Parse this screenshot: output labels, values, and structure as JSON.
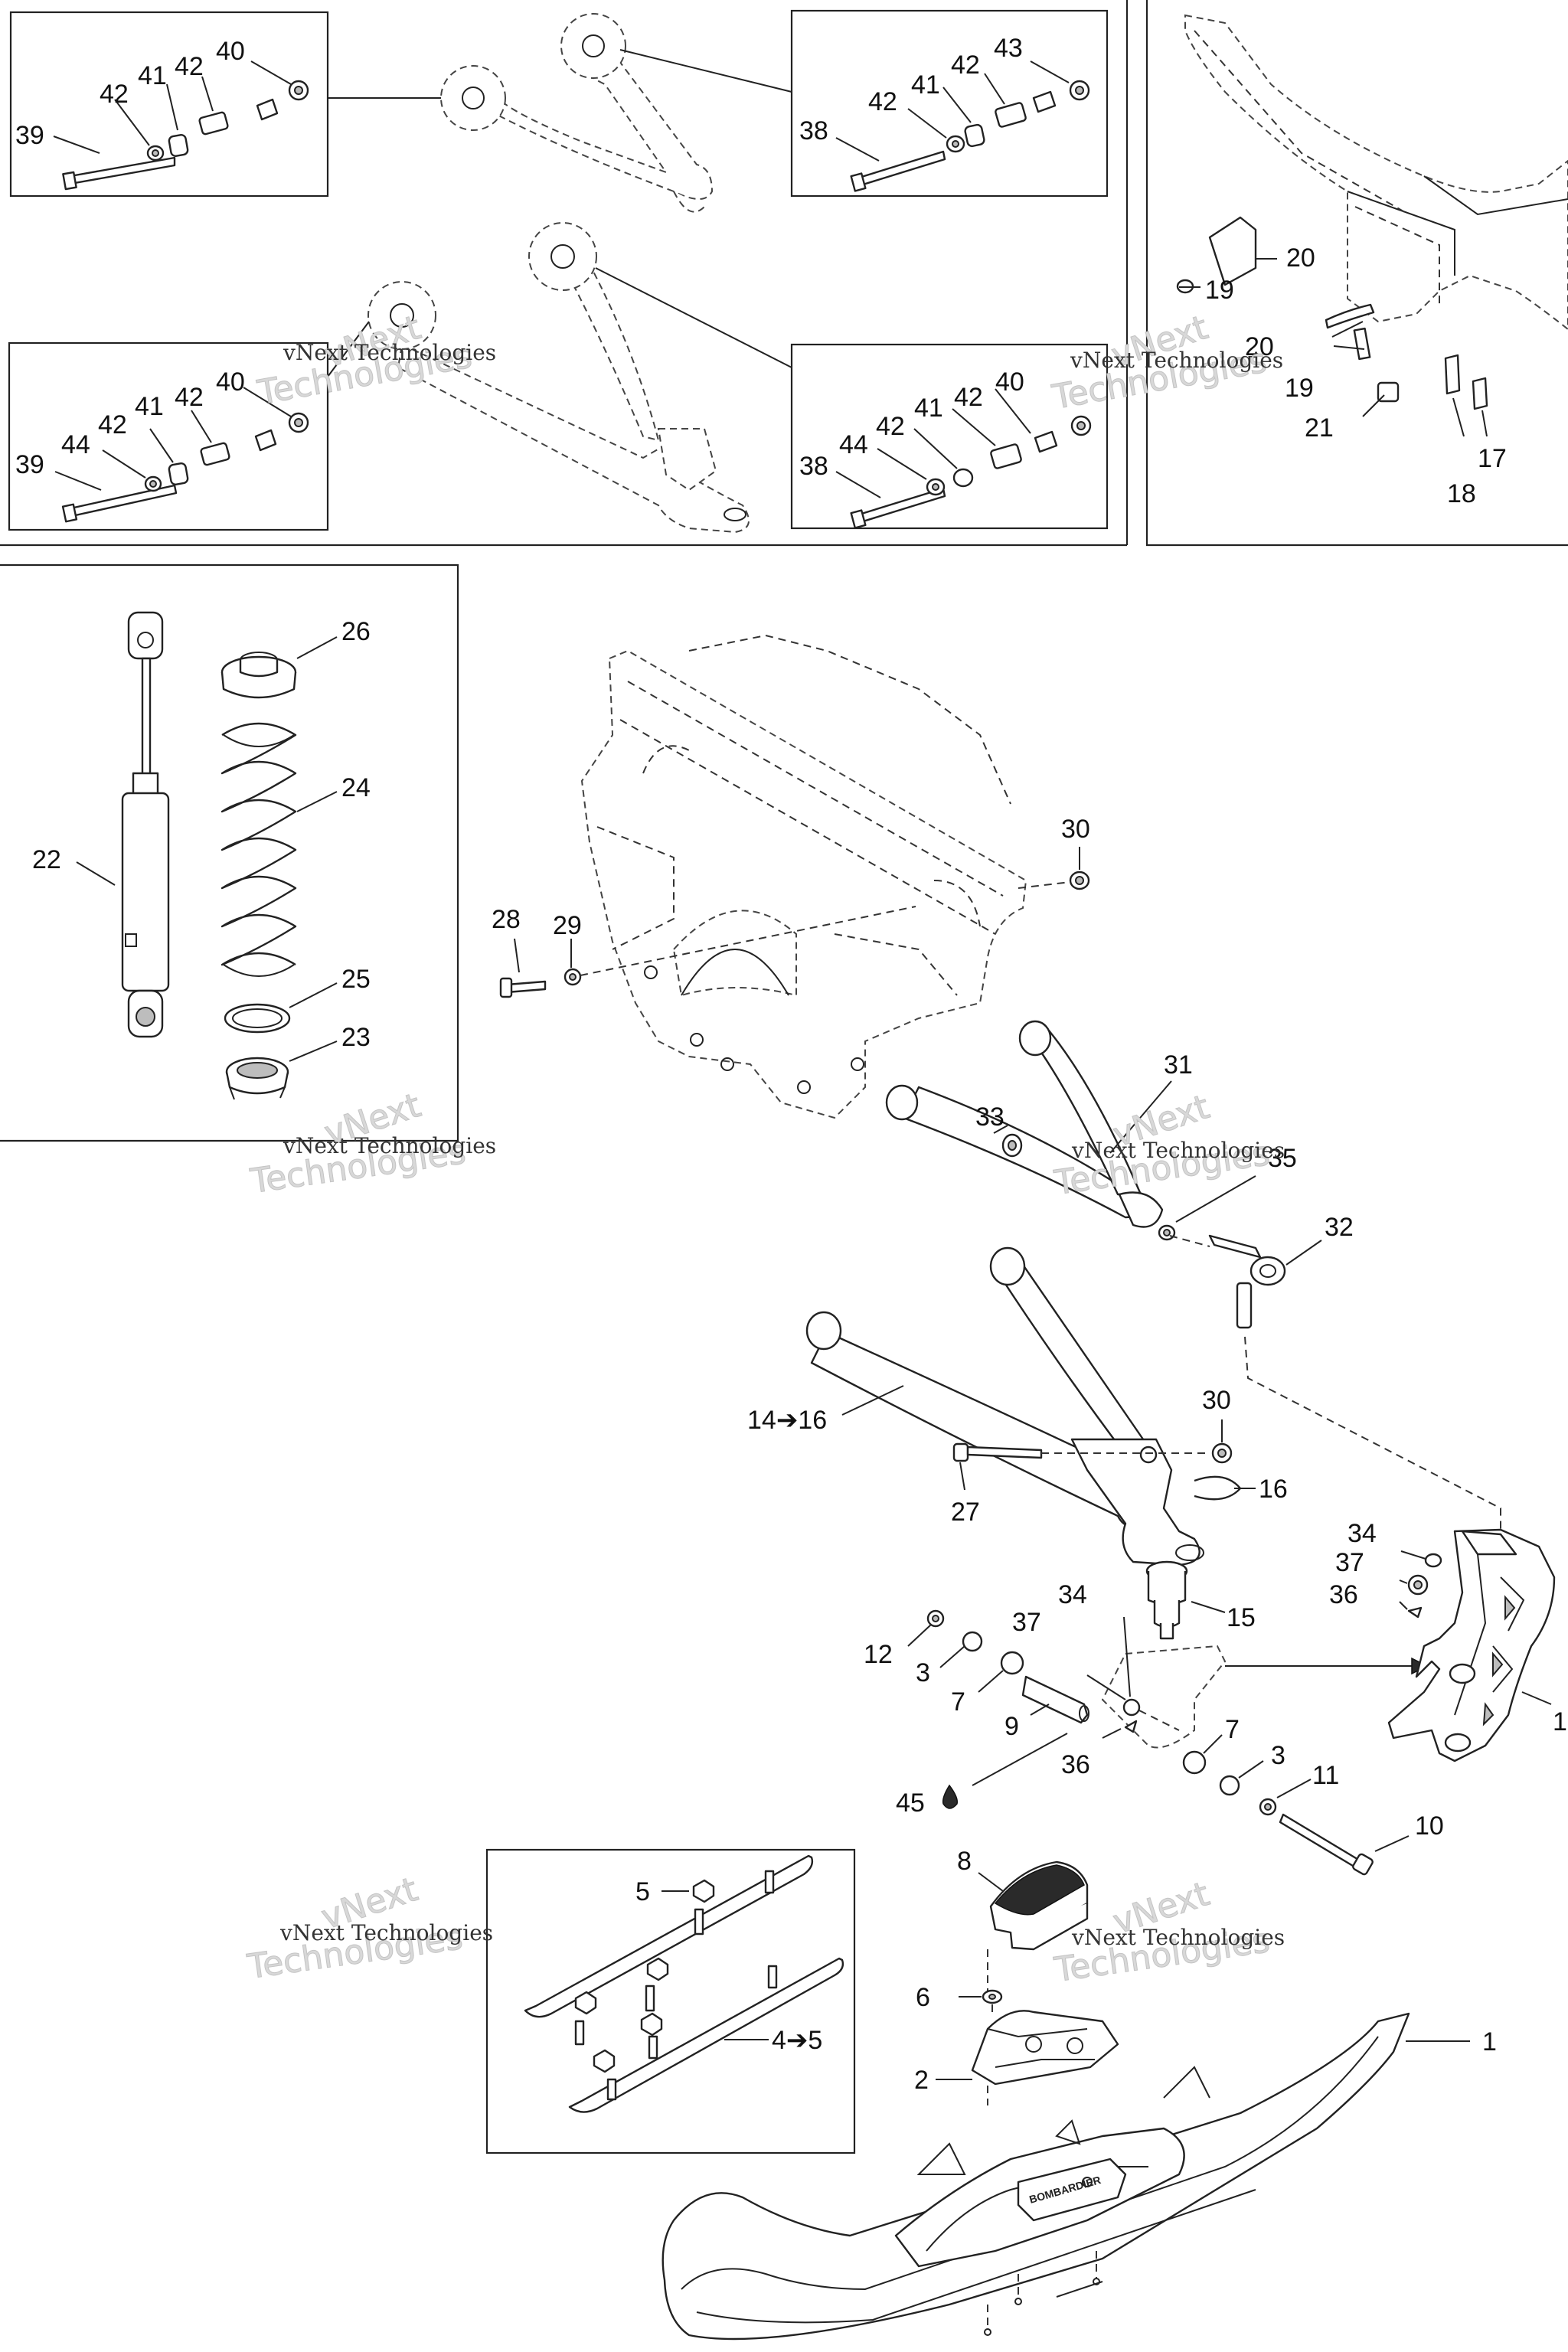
{
  "title": "",
  "watermark": {
    "line1": "vNext Technologies",
    "line2_a": "vNext",
    "line2_b": "Technologies"
  },
  "callouts": {
    "c1": "1",
    "c2": "2",
    "c3": "3",
    "c4to5": "4➔5",
    "c5": "5",
    "c6": "6",
    "c7": "7",
    "c8": "8",
    "c9": "9",
    "c10": "10",
    "c11": "11",
    "c12": "12",
    "c14to16": "14➔16",
    "c15": "15",
    "c16": "16",
    "c17": "17",
    "c18": "18",
    "c19": "19",
    "c20": "20",
    "c21": "21",
    "c22": "22",
    "c23": "23",
    "c24": "24",
    "c25": "25",
    "c26": "26",
    "c27": "27",
    "c28": "28",
    "c29": "29",
    "c30": "30",
    "c31": "31",
    "c32": "32",
    "c33": "33",
    "c34": "34",
    "c35": "35",
    "c36": "36",
    "c37": "37",
    "c38": "38",
    "c39": "39",
    "c40": "40",
    "c41": "41",
    "c42": "42",
    "c43": "43",
    "c44": "44",
    "c45": "45"
  },
  "logo_text": "BOMBARDIER",
  "icons": {
    "grease": "grease-drop-icon",
    "arrow": "arrow-right-icon"
  }
}
